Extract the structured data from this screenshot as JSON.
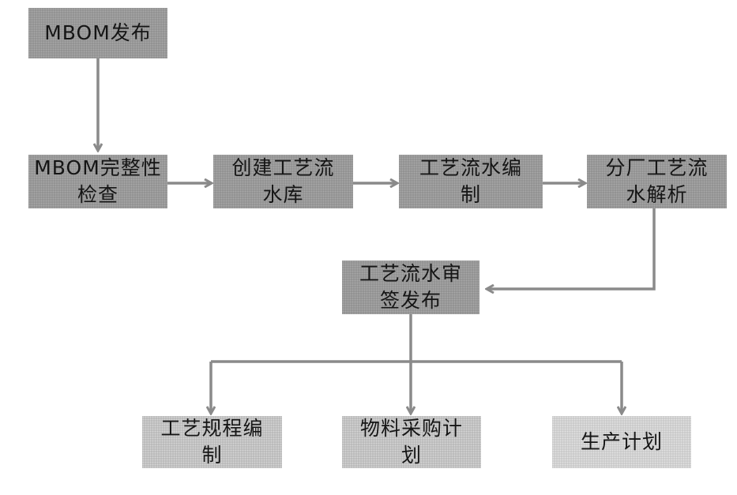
{
  "nodes": {
    "mbom_release": "MBOM发布",
    "mbom_check": "MBOM完整性\n检查",
    "create_library": "创建工艺流\n水库",
    "compile_flow": "工艺流水编\n制",
    "branch_parse": "分厂工艺流\n水解析",
    "review_release": "工艺流水审\n签发布",
    "procedure_compile": "工艺规程编\n制",
    "material_purchase": "物料采购计\n划",
    "production_plan": "生产计划"
  },
  "colors": {
    "dark_fill": "#8f8f8f",
    "light_fill": "#b5b5b5",
    "pale_fill": "#c6c6c6",
    "arrow": "#8a8a8a",
    "text": "#151515"
  }
}
